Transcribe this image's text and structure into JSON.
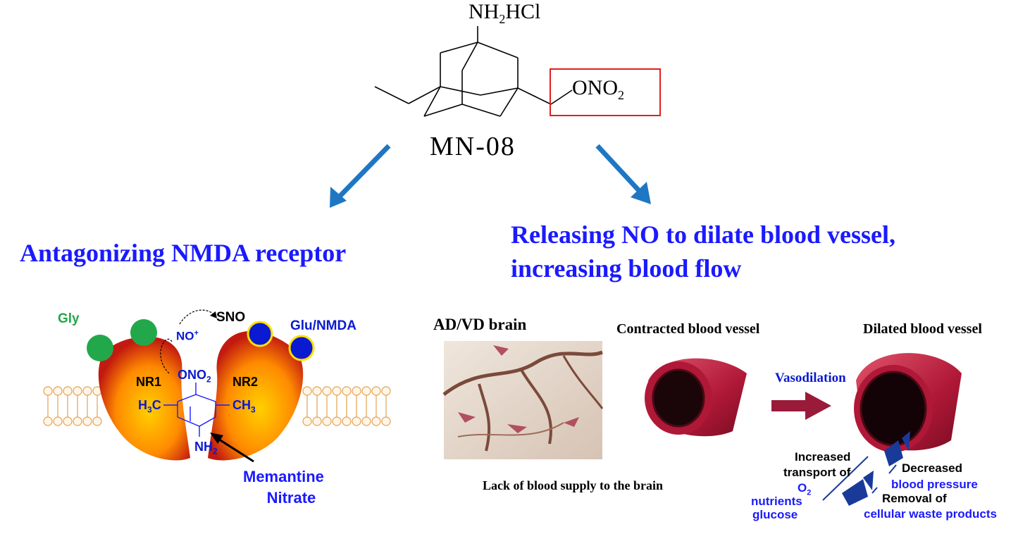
{
  "molecule": {
    "amine": "NH2HCl",
    "nitrate": "ONO2",
    "name": "MN-08"
  },
  "left": {
    "heading": "Antagonizing NMDA receptor",
    "gly": "Gly",
    "glu_nmda": "Glu/NMDA",
    "no_plus": "NO+",
    "sno": "SNO",
    "ono2": "ONO2",
    "nr1": "NR1",
    "nr2": "NR2",
    "h3c": "H3C",
    "ch3": "CH3",
    "nh2": "NH2",
    "caption": [
      "Memantine",
      "Nitrate"
    ]
  },
  "right": {
    "heading_line1": "Releasing NO to dilate blood vessel,",
    "heading_line2": "increasing blood flow",
    "brain_label": "AD/VD brain",
    "contracted": "Contracted blood vessel",
    "dilated": "Dilated blood vessel",
    "vasodilation": "Vasodilation",
    "lack": "Lack of blood supply to the brain",
    "increased_transport": [
      "Increased",
      "transport of"
    ],
    "o2": "O2",
    "nutrients": "nutrients",
    "glucose": "glucose",
    "decreased": "Decreased",
    "blood_pressure": "blood pressure",
    "removal": "Removal of",
    "waste": "cellular waste products"
  },
  "colors": {
    "heading_blue": "#1a1aff",
    "arrow_blue": "#1f77c4",
    "vessel_red": "#b01838",
    "gly_green": "#22a84a",
    "glu_blue": "#0a1ad0"
  }
}
